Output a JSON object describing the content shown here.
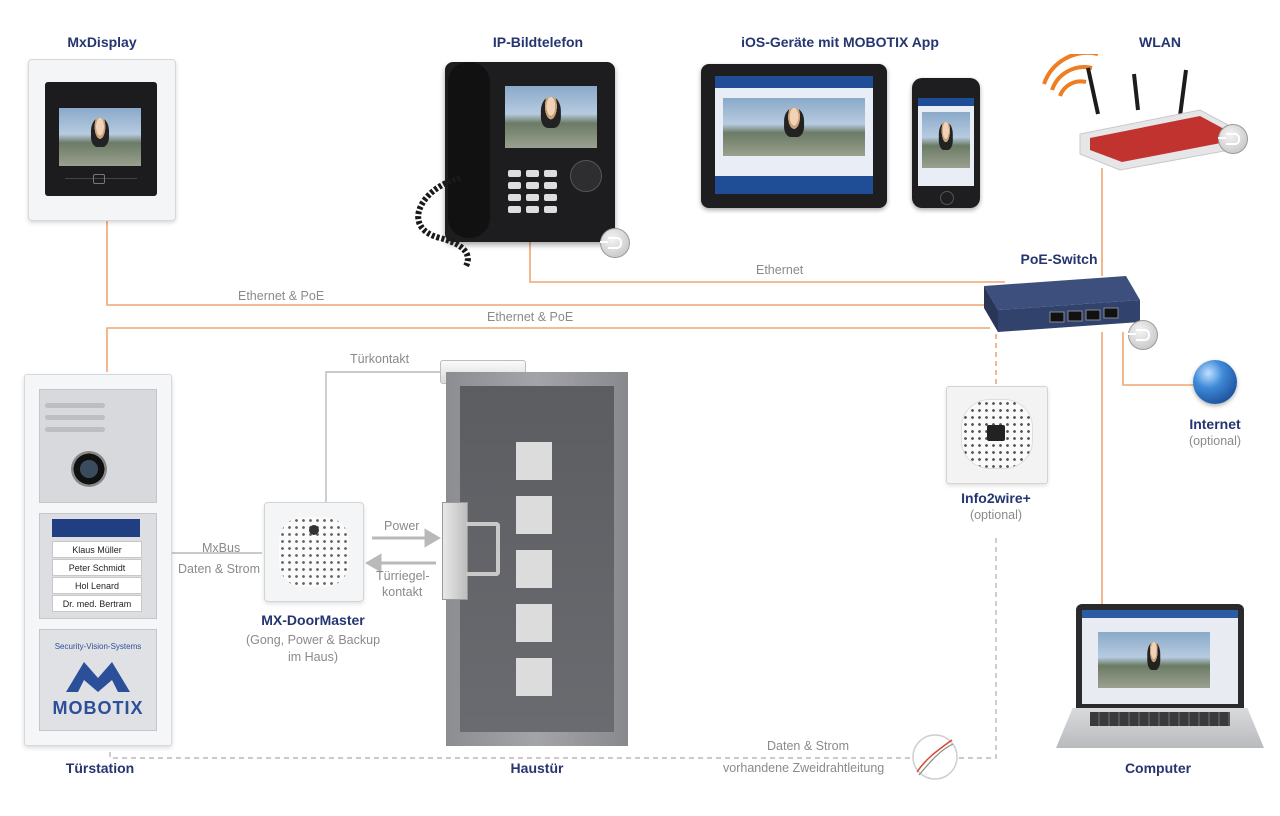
{
  "colors": {
    "ethernet_line": "#f1a571",
    "data_line": "#b9b9b9",
    "title": "#24356f",
    "label": "#8a8a8a",
    "mobotix_blue": "#2c4f9a"
  },
  "devices": {
    "mxdisplay": {
      "title": "MxDisplay"
    },
    "ip_phone": {
      "title": "IP-Bildtelefon"
    },
    "ios": {
      "title": "iOS-Geräte mit MOBOTIX App"
    },
    "wlan": {
      "title": "WLAN"
    },
    "poe_switch": {
      "title": "PoE-Switch"
    },
    "internet": {
      "title": "Internet",
      "sub": "(optional)"
    },
    "info2wire": {
      "title": "Info2wire+",
      "sub": "(optional)"
    },
    "door_station": {
      "title": "Türstation",
      "names": [
        "Klaus Müller",
        "Peter Schmidt",
        "Hol Lenard",
        "Dr. med. Bertram"
      ],
      "brand_tagline": "Security-Vision-Systems",
      "brand_name": "MOBOTIX"
    },
    "doormaster": {
      "title": "MX-DoorMaster",
      "sub1": "(Gong, Power & Backup",
      "sub2": "im Haus)"
    },
    "front_door": {
      "title": "Haustür"
    },
    "computer": {
      "title": "Computer"
    }
  },
  "connections": {
    "ethernet": "Ethernet",
    "ethernet_poe_1": "Ethernet & PoE",
    "ethernet_poe_2": "Ethernet & PoE",
    "door_contact": "Türkontakt",
    "mxbus": "MxBus",
    "data_power": "Daten & Strom",
    "power": "Power",
    "bolt_contact_1": "Türriegel-",
    "bolt_contact_2": "kontakt",
    "two_wire_1": "Daten & Strom",
    "two_wire_2": "vorhandene Zweidrahtleitung"
  }
}
